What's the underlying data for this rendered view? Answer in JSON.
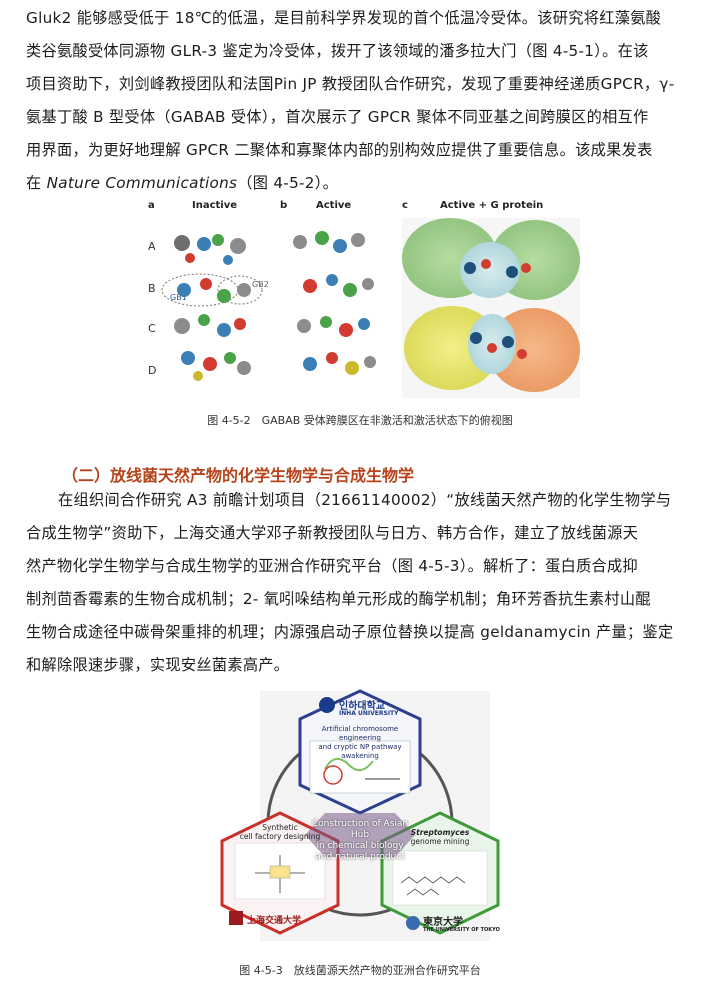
{
  "paragraph1": {
    "lines": [
      "Gluk2 能够感受低于 18℃的低温，是目前科学界发现的首个低温冷受体。该研究将红藻氨酸",
      "类谷氨酸受体同源物 GLR-3 鉴定为冷受体，拨开了该领域的潘多拉大门（图 4-5-1）。在该",
      "项目资助下，刘剑峰教授团队和法国Pin JP 教授团队合作研究，发现了重要神经递质GPCR，γ-",
      "氨基丁酸 B 型受体（GABAB 受体），首次展示了 GPCR 聚体不同亚基之间跨膜区的相互作",
      "用界面，为更好地理解 GPCR 二聚体和寡聚体内部的别构效应提供了重要信息。该成果发表"
    ],
    "last_prefix": "在 ",
    "journal": "Nature Communications",
    "last_suffix": "（图 4-5-2）。"
  },
  "figure1": {
    "panel_labels": {
      "a": "a",
      "b": "b",
      "c": "c"
    },
    "panel_titles": {
      "a": "Inactive",
      "b": "Active",
      "c": "Active + G protein"
    },
    "row_labels": [
      "A",
      "B",
      "C",
      "D"
    ],
    "gb1": "GB1",
    "gb2": "GB2",
    "caption": "图 4-5-2　GABAB 受体跨膜区在非激活和激活状态下的俯视图"
  },
  "section": {
    "heading": "（二）放线菌天然产物的化学生物学与合成生物学"
  },
  "paragraph2": {
    "lines": [
      "在组织间合作研究 A3 前瞻计划项目（21661140002）“放线菌天然产物的化学生物学与",
      "合成生物学”资助下，上海交通大学邓子新教授团队与日方、韩方合作，建立了放线菌源天",
      "然产物化学生物学与合成生物学的亚洲合作研究平台（图 4-5-3）。解析了：蛋白质合成抑",
      "制剂茴香霉素的生物合成机制；2- 氧吲哚结构单元形成的酶学机制；角环芳香抗生素村山醌",
      "生物合成途径中碳骨架重排的机理；内源强启动子原位替换以提高 geldanamycin 产量；鉴定",
      "和解除限速步骤，实现安丝菌素高产。"
    ]
  },
  "figure2": {
    "inha_name": "인하대학교",
    "inha_sub": "INHA UNIVERSITY",
    "top_text": [
      "Artificial chromosome  engineering",
      "and cryptic NP pathway awakening"
    ],
    "hub_text": [
      "Construction of Asian Hub",
      "in chemical biology",
      "and natural product"
    ],
    "left_title": [
      "Synthetic",
      "cell factory designing"
    ],
    "right_title": [
      "Streptomyces",
      "genome mining"
    ],
    "sjtu_name": "上海交通大学",
    "tokyo_name": "東京大学",
    "tokyo_sub": "THE UNIVERSITY OF TOKYO",
    "caption": "图 4-5-3　放线菌源天然产物的亚洲合作研究平台"
  }
}
